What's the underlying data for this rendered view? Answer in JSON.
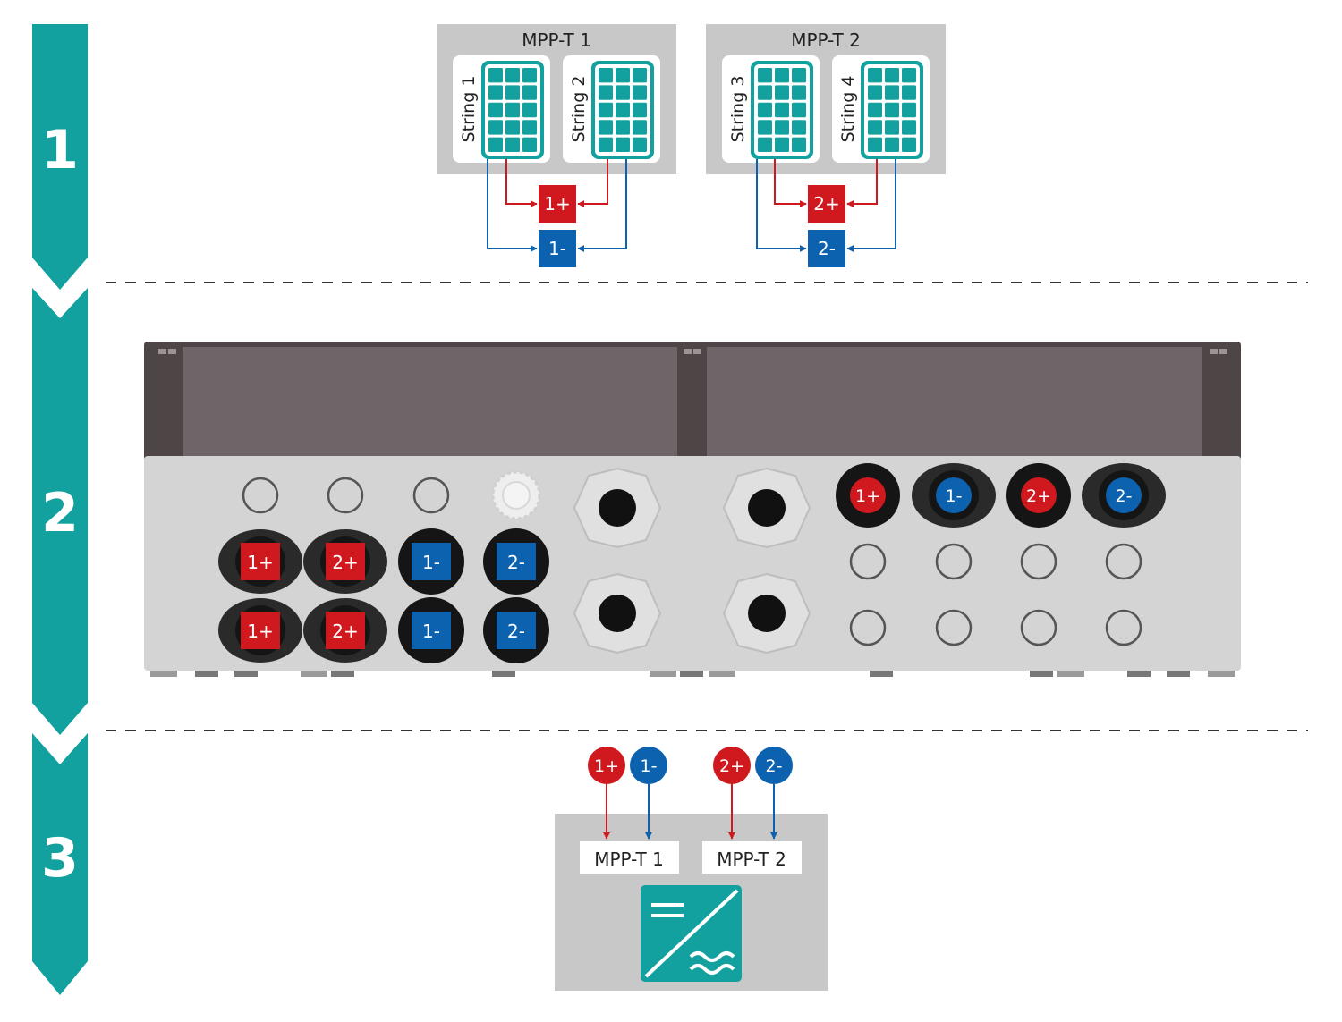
{
  "steps": [
    "1",
    "2",
    "3"
  ],
  "colors": {
    "teal": "#12a19e",
    "red": "#d0191e",
    "blue": "#0c62ae",
    "gray": "#c8c8c8",
    "lid": "#6f6568"
  },
  "mppt_groups": [
    {
      "title": "MPP-T 1",
      "strings": [
        "String 1",
        "String 2"
      ],
      "plus": "1+",
      "minus": "1-"
    },
    {
      "title": "MPP-T 2",
      "strings": [
        "String 3",
        "String 4"
      ],
      "plus": "2+",
      "minus": "2-"
    }
  ],
  "box": {
    "connectors_left_top": [
      "1+",
      "2+",
      "1-",
      "2-"
    ],
    "connectors_left_bottom": [
      "1+",
      "2+",
      "1-",
      "2-"
    ],
    "connectors_right": [
      "1+",
      "1-",
      "2+",
      "2-"
    ]
  },
  "inverter": {
    "inputs": [
      "1+",
      "1-",
      "2+",
      "2-"
    ],
    "mppt_labels": [
      "MPP-T 1",
      "MPP-T 2"
    ],
    "icon": "dc-ac-inverter-icon"
  }
}
